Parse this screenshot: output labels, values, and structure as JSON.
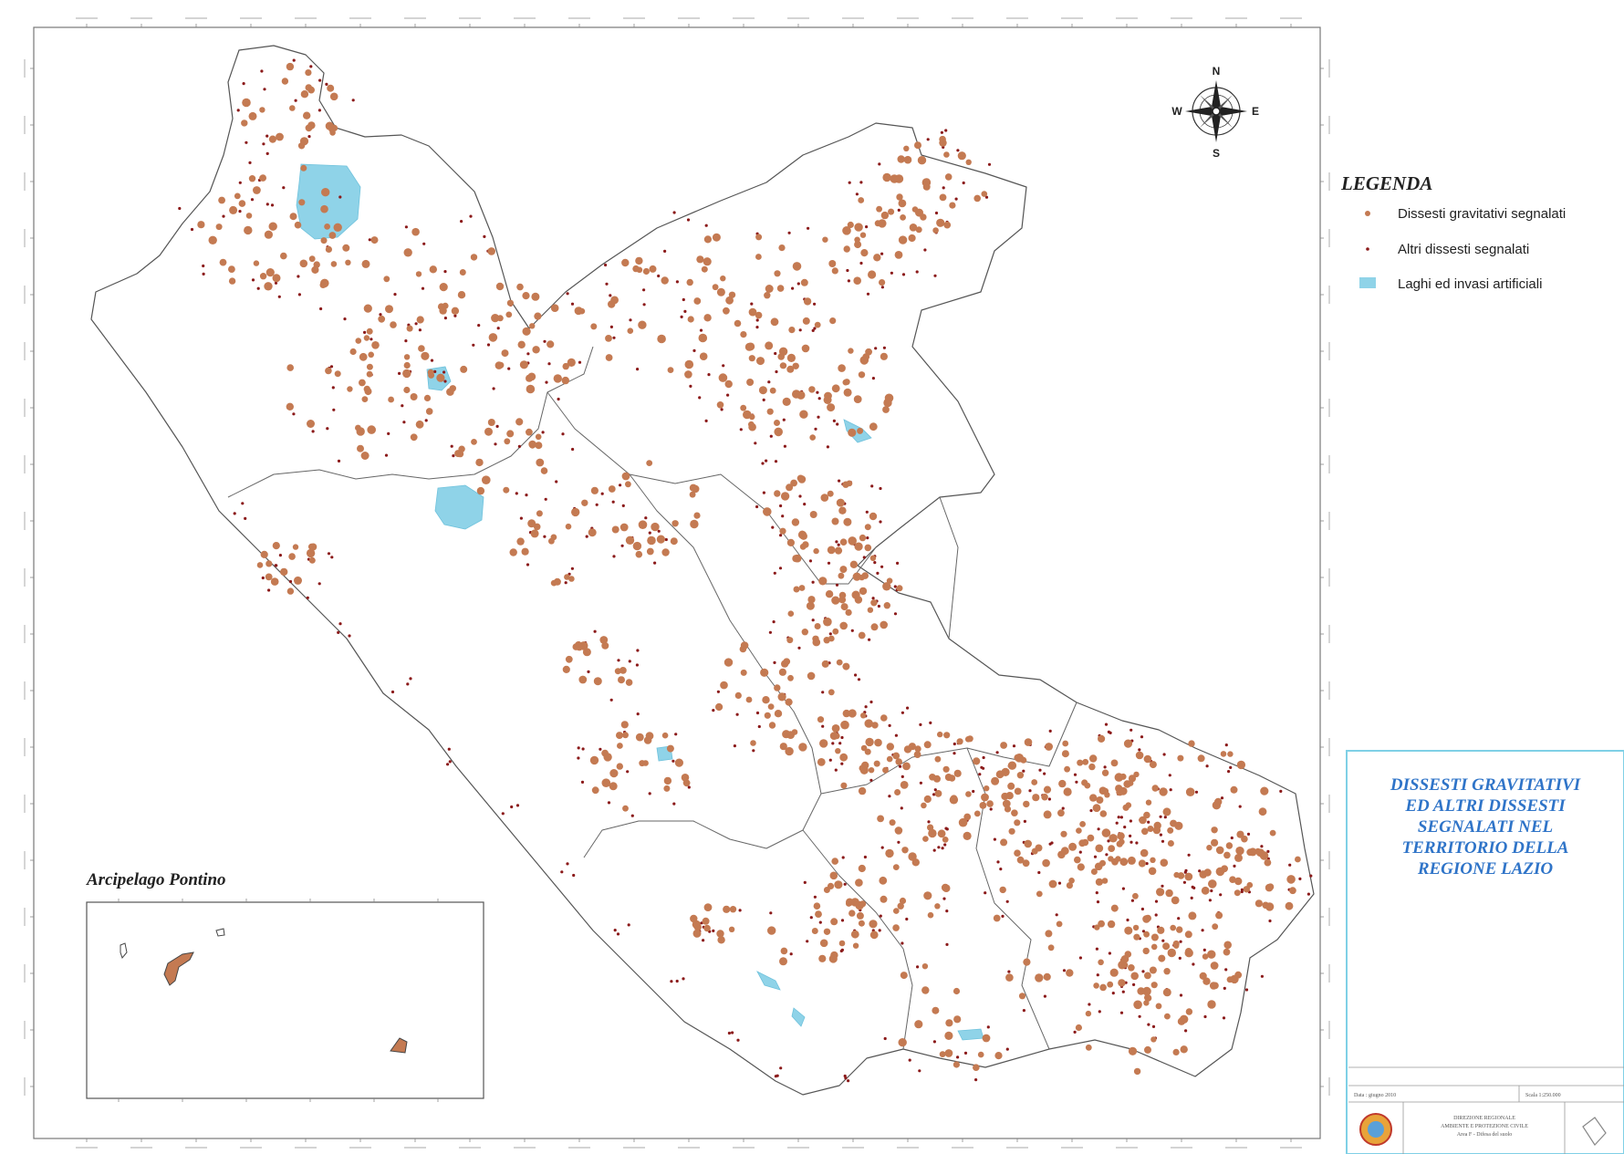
{
  "legend": {
    "title": "LEGENDA",
    "items": [
      {
        "label": "Dissesti gravitativi segnalati",
        "symbol": "large-dot",
        "color": "#c47a52"
      },
      {
        "label": "Altri dissesti segnalati",
        "symbol": "small-dot",
        "color": "#8b1a1a"
      },
      {
        "label": "Laghi ed invasi artificiali",
        "symbol": "swatch",
        "color": "#8fd3e8"
      }
    ]
  },
  "compass": {
    "n": "N",
    "s": "S",
    "e": "E",
    "w": "W"
  },
  "inset": {
    "title": "Arcipelago Pontino"
  },
  "title_block": {
    "lines": [
      "DISSESTI GRAVITATIVI",
      "ED ALTRI DISSESTI",
      "SEGNALATI NEL",
      "TERRITORIO DELLA",
      "REGIONE LAZIO"
    ],
    "date_label": "Data : giugno 2010",
    "scale_label": "Scala  1:250.000",
    "org_lines": [
      "DIREZIONE REGIONALE",
      "AMBIENTE E PROTEZIONE CIVILE",
      "Area F - Difesa del suolo"
    ]
  },
  "colors": {
    "large_dot": "#c47a52",
    "small_dot": "#8b1a1a",
    "lake": "#8fd3e8",
    "border": "#555555",
    "title_blue": "#2f74c8",
    "title_frame": "#7fd0e6"
  }
}
